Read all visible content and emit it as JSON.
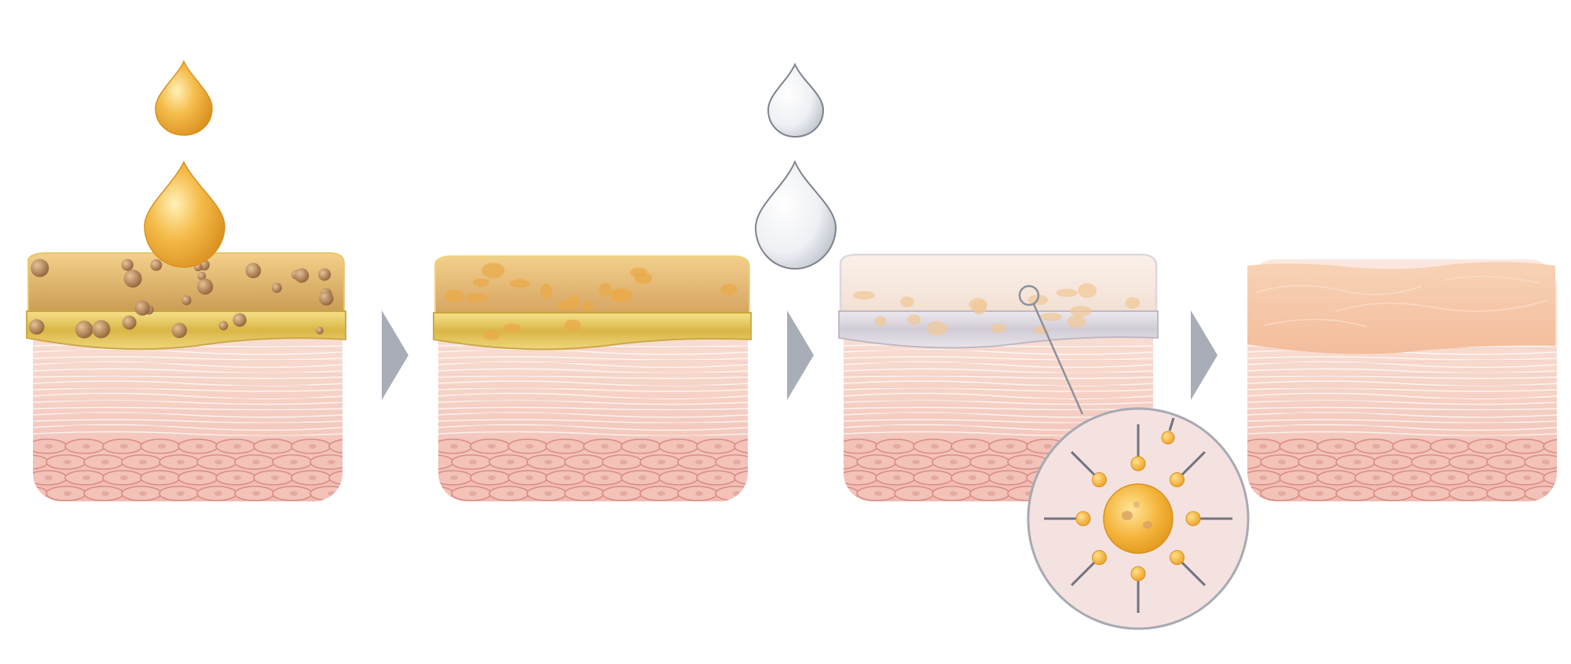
{
  "diagram": {
    "type": "skin-cleansing-process",
    "stages": [
      {
        "id": "stage-1",
        "top_layer": "oil-and-impurities",
        "drops": [
          "oil-drop-small",
          "oil-drop-large"
        ]
      },
      {
        "id": "stage-2",
        "top_layer": "oil-dissolved-impurities",
        "drops": []
      },
      {
        "id": "stage-3",
        "top_layer": "emulsified-milky-layer",
        "drops": [
          "water-drop-small",
          "water-drop-large"
        ],
        "zoom": "micelle"
      },
      {
        "id": "stage-4",
        "top_layer": "clean-skin",
        "drops": []
      }
    ],
    "arrows": [
      "stage-arrow-1",
      "stage-arrow-2",
      "stage-arrow-3"
    ],
    "colors": {
      "oil": "#f2b13c",
      "oil_dark": "#c98a18",
      "water": "#e9ecf1",
      "dermis": "#f8dcd2",
      "cells": "#f0b7ae",
      "arrow": "#a9adb8",
      "clean_top": "#f6c9a6"
    }
  }
}
